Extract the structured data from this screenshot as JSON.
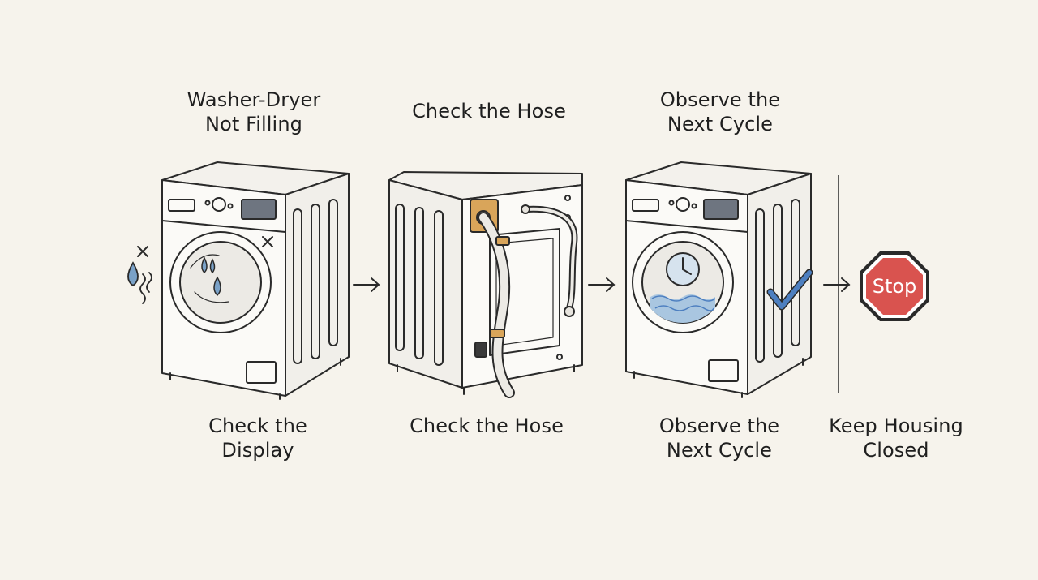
{
  "steps": [
    {
      "top_label": "Washer-Dryer\nNot Filling",
      "bottom_label": "Check the\nDisplay"
    },
    {
      "top_label": "Check the Hose",
      "bottom_label": "Check the Hose"
    },
    {
      "top_label": "Observe the\nNext Cycle",
      "bottom_label": "Observe the\nNext Cycle"
    },
    {
      "top_label": "",
      "bottom_label": "Keep Housing\nClosed"
    }
  ],
  "stop_sign": {
    "text": "Stop",
    "color": "#d9534f"
  },
  "colors": {
    "ink": "#2a2a2a",
    "water": "#7aa2c8",
    "tape": "#d9a55a",
    "check": "#4d7fc0"
  }
}
